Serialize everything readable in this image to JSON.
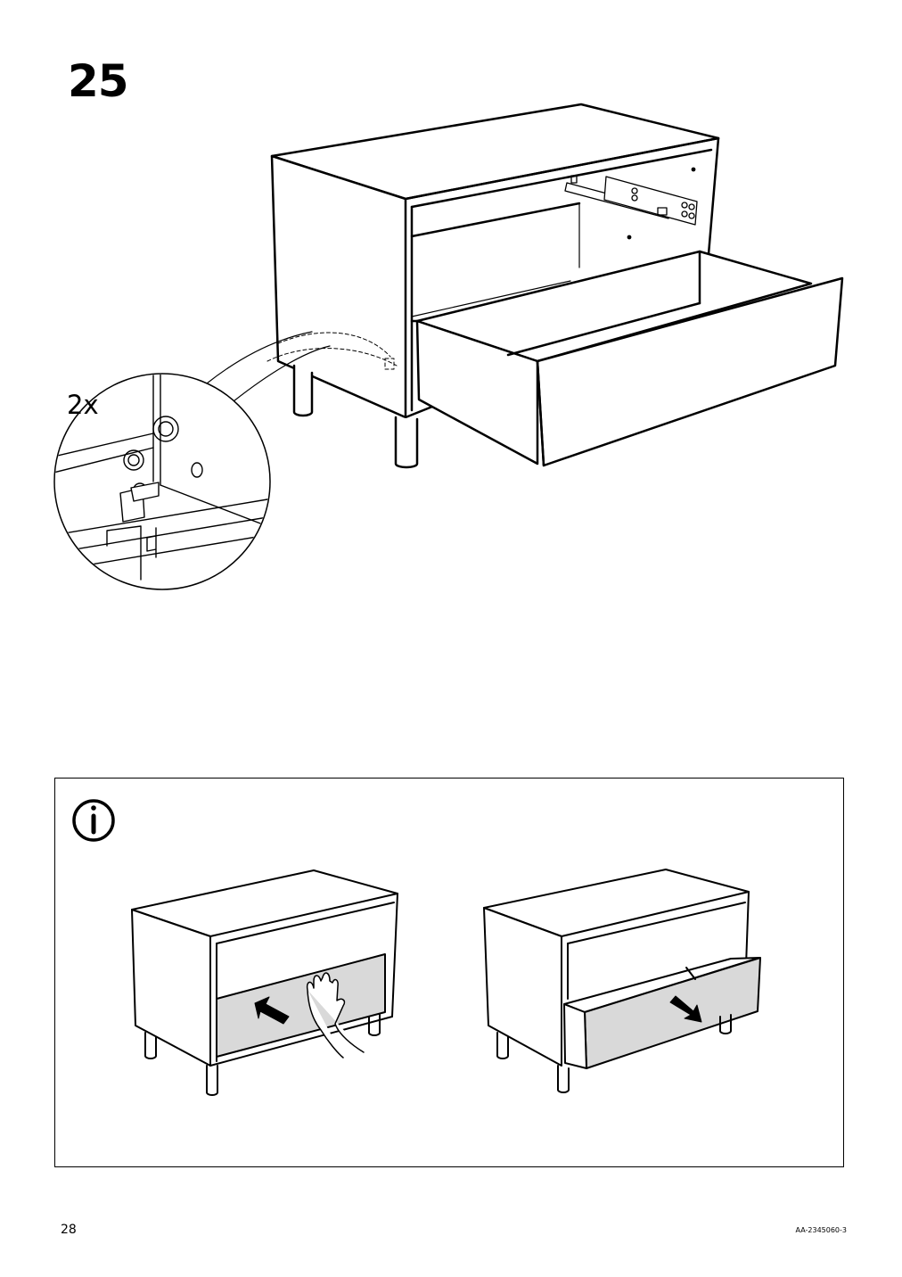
{
  "step": {
    "number": "25"
  },
  "detail": {
    "quantity": "2x"
  },
  "info": {
    "icon": "info-icon"
  },
  "footer": {
    "page_number": "28",
    "doc_code": "AA-2345060-3"
  },
  "colors": {
    "ink": "#000000",
    "panel_fill": "#d9d9d9",
    "background": "#ffffff"
  }
}
